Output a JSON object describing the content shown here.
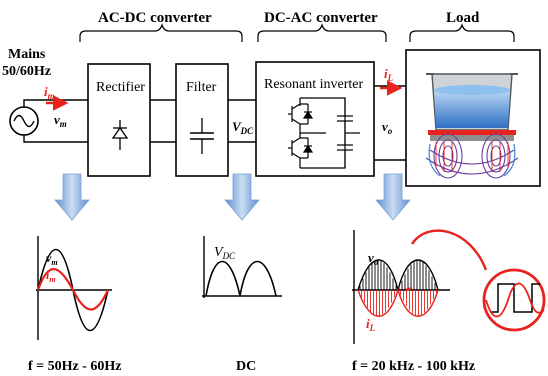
{
  "headers": {
    "ac_dc": "AC-DC converter",
    "dc_ac": "DC-AC converter",
    "load": "Load"
  },
  "mains": {
    "line1": "Mains",
    "line2": "50/60Hz"
  },
  "blocks": {
    "rectifier": "Rectifier",
    "filter": "Filter",
    "inverter": "Resonant inverter"
  },
  "signals": {
    "im_main": "i",
    "im_sub": "m",
    "vm_main": "v",
    "vm_sub": "m",
    "vdc_main": "V",
    "vdc_sub": "DC",
    "vo_main": "v",
    "vo_sub": "o",
    "il_main": "i",
    "il_sub": "L"
  },
  "waveform_labels": {
    "vm_main": "v",
    "vm_sub": "m",
    "im_main": "i",
    "im_sub": "m",
    "vdc_main": "V",
    "vdc_sub": "DC",
    "vo_main": "v",
    "vo_sub": "o",
    "il_main": "i",
    "il_sub": "L"
  },
  "captions": {
    "left": "f = 50Hz - 60Hz",
    "middle": "DC",
    "right": "f = 20 kHz - 100 kHz"
  },
  "colors": {
    "line": "#000000",
    "current_red": "#e8221c",
    "arrow_blue": "#8fb4e0",
    "pot_blue": "#3f86d6",
    "coil_purple": "#6a3fa0",
    "pot_grey": "#7a7a7a"
  },
  "icons": {
    "ac_source": "sine-source-icon",
    "rectifier": "diode-icon",
    "filter": "capacitor-icon",
    "inverter": "transistor-bridge-icon",
    "load": "induction-cooktop-icon"
  }
}
